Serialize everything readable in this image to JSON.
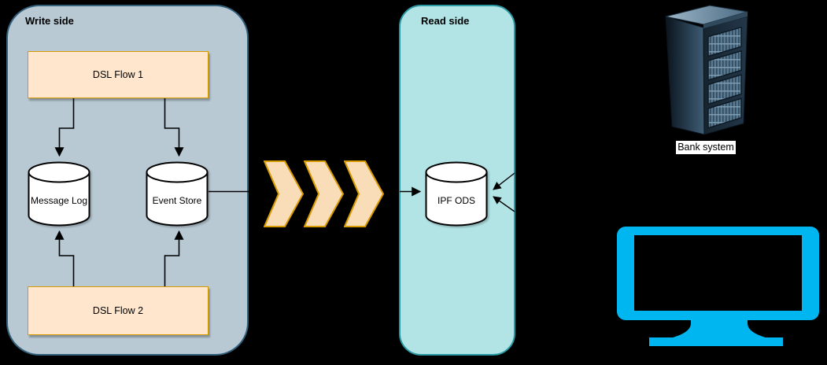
{
  "diagram": {
    "write_side": {
      "title": "Write side",
      "dsl_flow_1": "DSL Flow 1",
      "dsl_flow_2": "DSL Flow 2",
      "message_log": "Message Log",
      "event_store": "Event Store"
    },
    "read_side": {
      "title": "Read side",
      "ipf_ods": "IPF ODS"
    },
    "external": {
      "bank_system": "Bank system"
    },
    "flow_direction": "write-to-read",
    "icons": [
      "chevron-arrow-icon",
      "server-rack-icon",
      "monitor-icon",
      "database-cylinder-icon"
    ]
  },
  "colors": {
    "background": "#000000",
    "write_container_fill": "#b8c9d4",
    "write_container_stroke": "#33617c",
    "read_container_fill": "#b2e4e6",
    "read_container_stroke": "#2b99a3",
    "flow_box_fill": "#ffe6cc",
    "flow_box_stroke": "#d79b00",
    "chevron_fill": "#f9dcb8",
    "chevron_stroke": "#d79b00",
    "cylinder_fill": "#ffffff",
    "cylinder_stroke": "#000000",
    "connector": "#000000",
    "monitor_blue": "#00b6f0"
  }
}
